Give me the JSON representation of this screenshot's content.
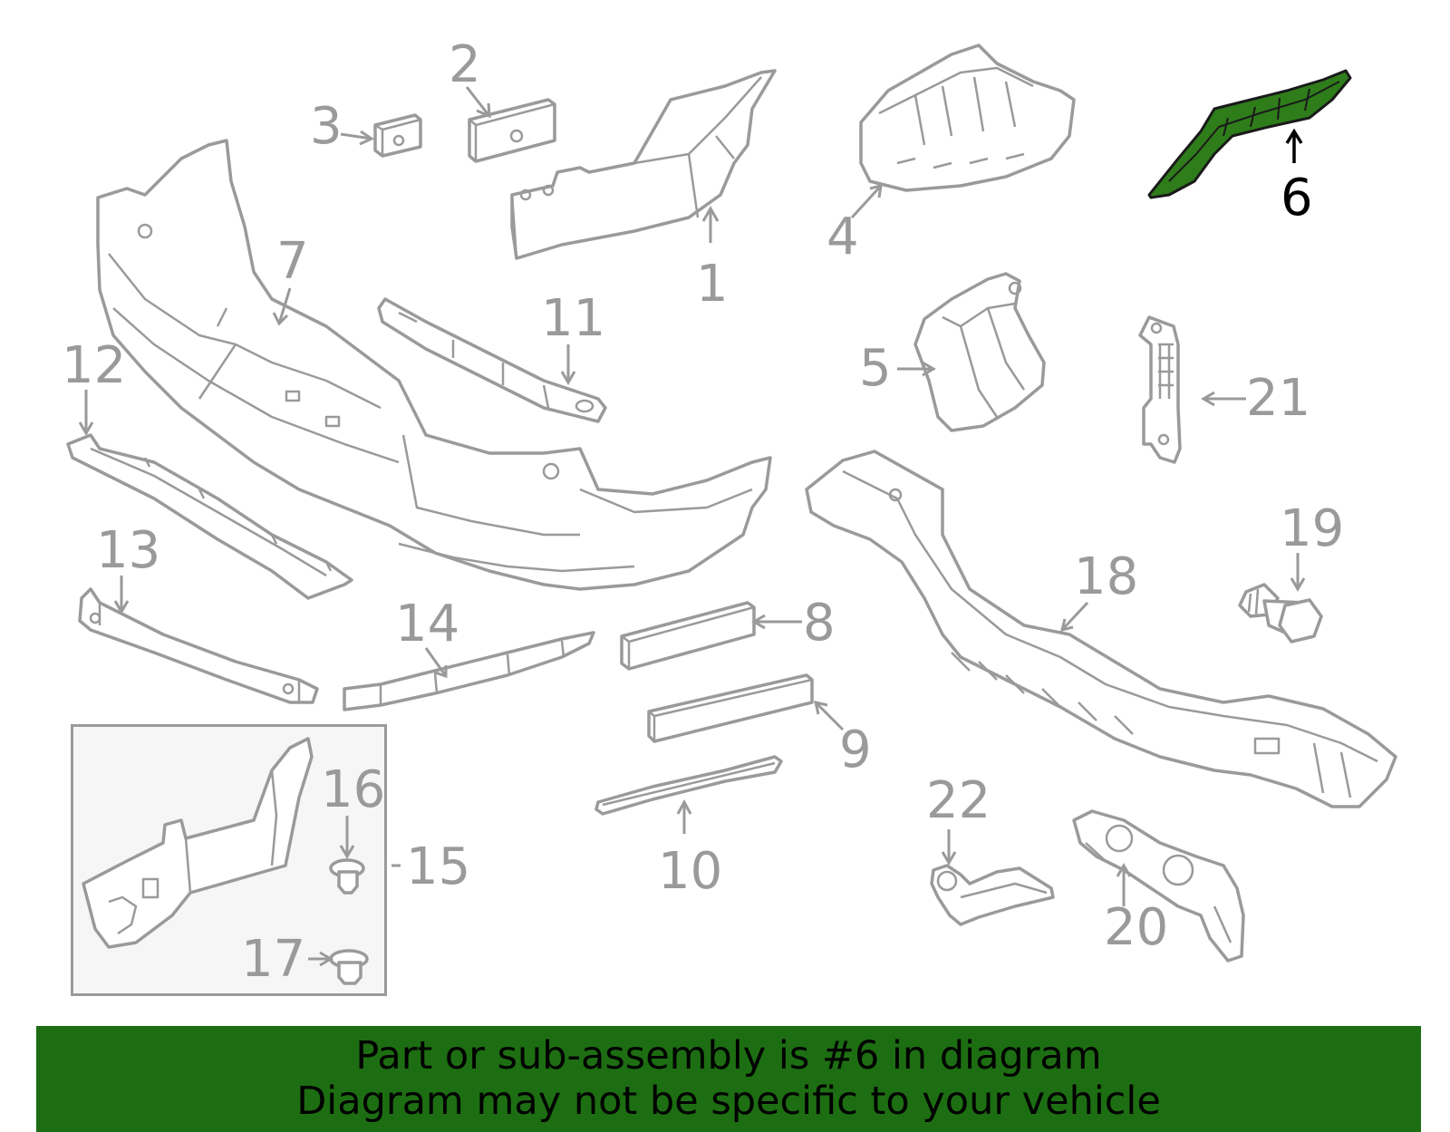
{
  "callouts": {
    "n1": "1",
    "n2": "2",
    "n3": "3",
    "n4": "4",
    "n5": "5",
    "n6": "6",
    "n7": "7",
    "n8": "8",
    "n9": "9",
    "n10": "10",
    "n11": "11",
    "n12": "12",
    "n13": "13",
    "n14": "14",
    "n15": "15",
    "n16": "16",
    "n17": "17",
    "n18": "18",
    "n19": "19",
    "n20": "20",
    "n21": "21",
    "n22": "22"
  },
  "highlighted_part": "6",
  "colors": {
    "highlight": "#2e7d1a",
    "banner": "#1d6e12",
    "part_line": "#9a9a9a"
  },
  "banner": {
    "line1": "Part or sub-assembly is #6 in diagram",
    "line2": "Diagram may not be specific to your vehicle"
  }
}
